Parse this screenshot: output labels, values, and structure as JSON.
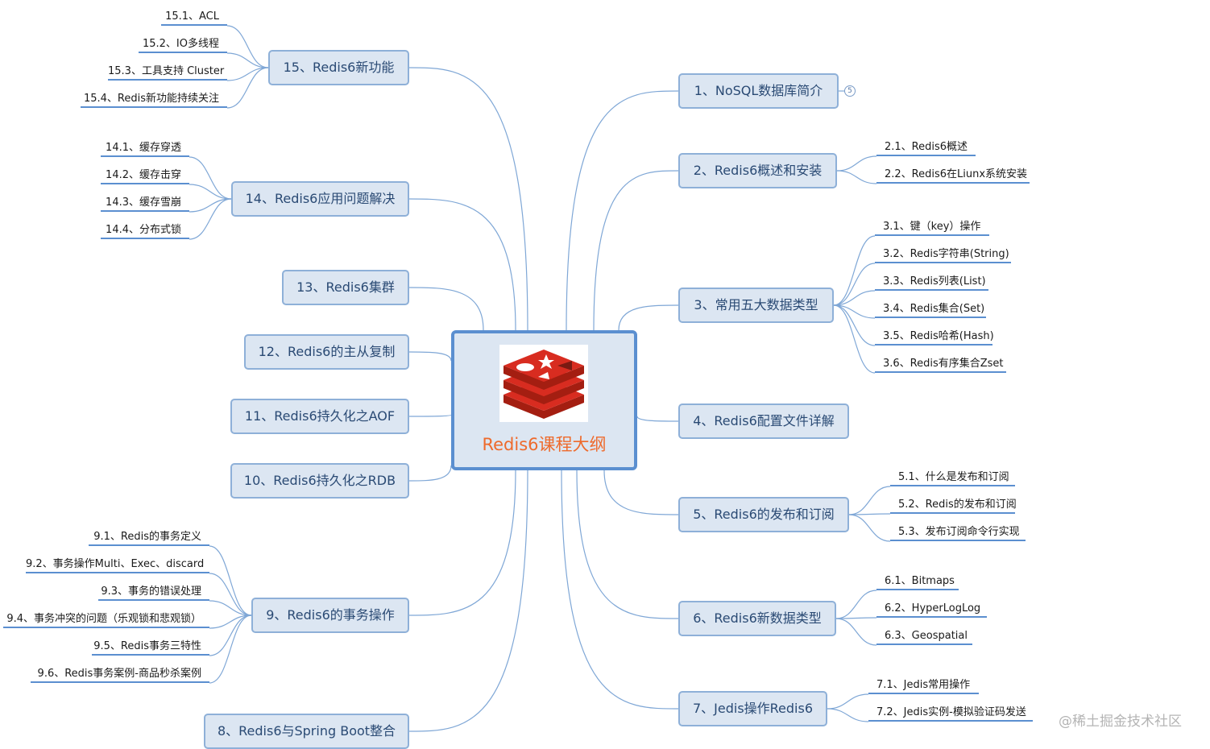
{
  "center": {
    "title": "Redis6课程大纲",
    "logo_icon": "redis-logo-icon",
    "colors": {
      "title": "#ee6a2c",
      "logo_red": "#d82c20",
      "logo_dark": "#a41e11"
    }
  },
  "branches_right": [
    {
      "id": "b1",
      "label": "1、NoSQL数据库简介",
      "collapsed_count": "5",
      "items": []
    },
    {
      "id": "b2",
      "label": "2、Redis6概述和安装",
      "items": [
        "2.1、Redis6概述",
        "2.2、Redis6在Liunx系统安装"
      ]
    },
    {
      "id": "b3",
      "label": "3、常用五大数据类型",
      "items": [
        "3.1、键（key）操作",
        "3.2、Redis字符串(String)",
        "3.3、Redis列表(List)",
        "3.4、Redis集合(Set)",
        "3.5、Redis哈希(Hash)",
        "3.6、Redis有序集合Zset"
      ]
    },
    {
      "id": "b4",
      "label": "4、Redis6配置文件详解",
      "items": []
    },
    {
      "id": "b5",
      "label": "5、Redis6的发布和订阅",
      "items": [
        "5.1、什么是发布和订阅",
        "5.2、Redis的发布和订阅",
        "5.3、发布订阅命令行实现"
      ]
    },
    {
      "id": "b6",
      "label": "6、Redis6新数据类型",
      "items": [
        "6.1、Bitmaps",
        "6.2、HyperLogLog",
        "6.3、Geospatial"
      ]
    },
    {
      "id": "b7",
      "label": "7、Jedis操作Redis6",
      "items": [
        "7.1、Jedis常用操作",
        "7.2、Jedis实例-模拟验证码发送"
      ]
    }
  ],
  "branches_left": [
    {
      "id": "b15",
      "label": "15、Redis6新功能",
      "items": [
        "15.1、ACL",
        "15.2、IO多线程",
        "15.3、工具支持 Cluster",
        "15.4、Redis新功能持续关注"
      ]
    },
    {
      "id": "b14",
      "label": "14、Redis6应用问题解决",
      "items": [
        "14.1、缓存穿透",
        "14.2、缓存击穿",
        "14.3、缓存雪崩",
        "14.4、分布式锁"
      ]
    },
    {
      "id": "b13",
      "label": "13、Redis6集群",
      "items": []
    },
    {
      "id": "b12",
      "label": "12、Redis6的主从复制",
      "items": []
    },
    {
      "id": "b11",
      "label": "11、Redis6持久化之AOF",
      "items": []
    },
    {
      "id": "b10",
      "label": "10、Redis6持久化之RDB",
      "items": []
    },
    {
      "id": "b9",
      "label": "9、Redis6的事务操作",
      "items": [
        "9.1、Redis的事务定义",
        "9.2、事务操作Multi、Exec、discard",
        "9.3、事务的错误处理",
        "9.4、事务冲突的问题（乐观锁和悲观锁）",
        "9.5、Redis事务三特性",
        "9.6、Redis事务案例-商品秒杀案例"
      ]
    },
    {
      "id": "b8",
      "label": "8、Redis6与Spring Boot整合",
      "items": []
    }
  ],
  "watermark": "@稀土掘金技术社区",
  "colors": {
    "node_fill": "#dce6f2",
    "node_border": "#8eb0d8",
    "center_border": "#5b8fd0",
    "link": "#7fa7d6",
    "leaf_underline": "#5b8fd0"
  }
}
